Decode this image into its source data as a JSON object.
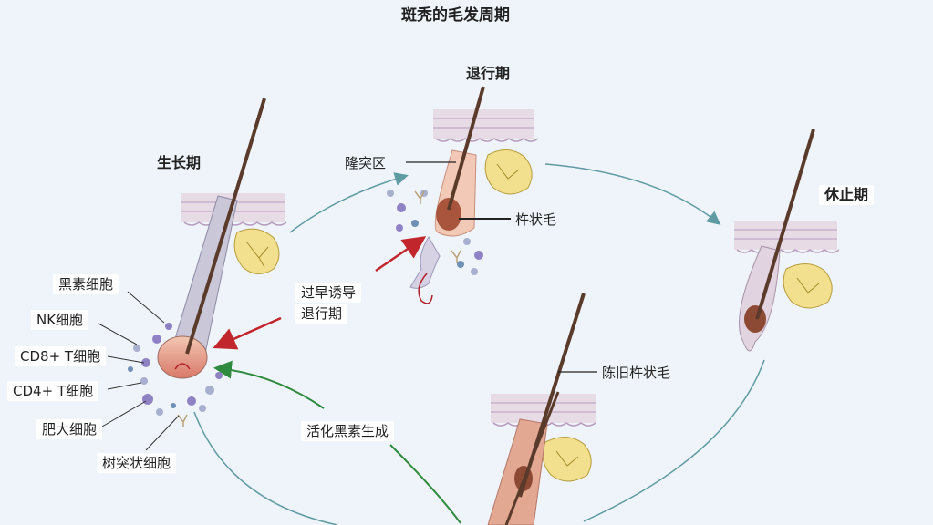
{
  "title": "斑秃的毛发周期",
  "stages": {
    "anagen": "生长期",
    "catagen": "退行期",
    "telogen": "休止期"
  },
  "labels": {
    "bulge": "隆突区",
    "club_hair": "杵状毛",
    "old_club_hair": "陈旧杵状毛",
    "premature_1": "过早诱导",
    "premature_2": "退行期",
    "melanogenesis": "活化黑素生成"
  },
  "cells": [
    "黑素细胞",
    "NK细胞",
    "CD8+ T细胞",
    "CD4+ T细胞",
    "肥大细胞",
    "树突状细胞"
  ],
  "colors": {
    "background": "#eef4f9",
    "skin": "#e7dbe6",
    "hair": "#5a3a2a",
    "gland": "#f3e08f",
    "cycle_arrow": "#5f9ba3",
    "premature_arrow": "#c0262c",
    "melanogenesis_arrow": "#2e8a3e"
  }
}
